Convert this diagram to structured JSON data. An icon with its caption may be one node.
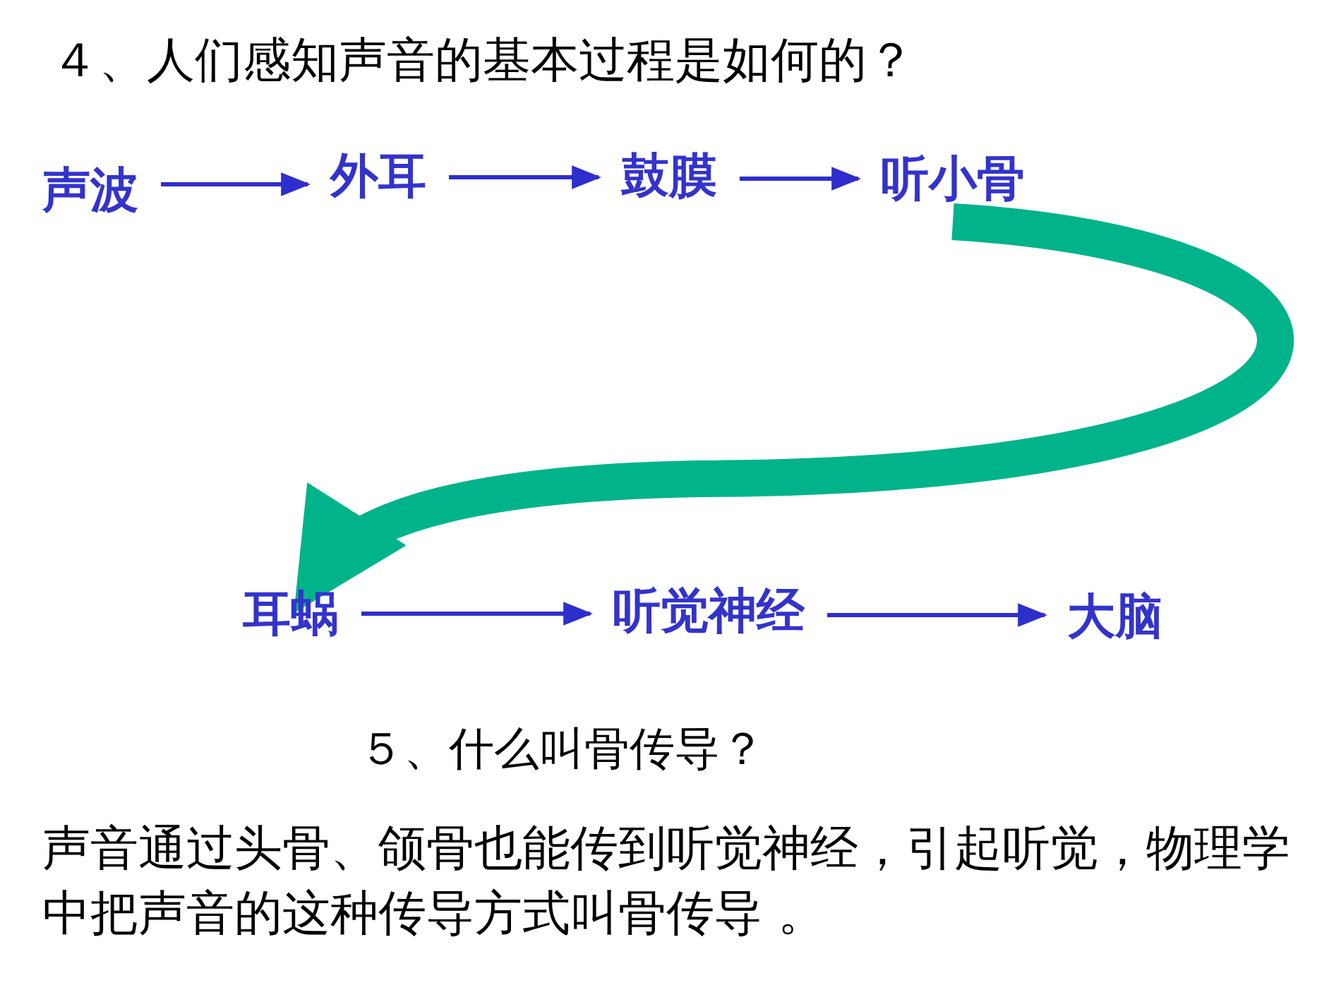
{
  "diagram": {
    "title": "４、人们感知声音的基本过程是如何的？",
    "nodes": [
      {
        "text": [
          "声波"
        ]
      },
      {
        "text": [
          "外耳"
        ]
      },
      {
        "text": [
          "鼓膜"
        ]
      },
      {
        "text": [
          "听小骨"
        ]
      },
      {
        "text": [
          "耳蜗"
        ]
      },
      {
        "text": [
          "听觉神经"
        ]
      },
      {
        "text": [
          "大脑"
        ]
      }
    ],
    "edges": [
      {
        "from": 0,
        "to": 1,
        "arrow": "to"
      },
      {
        "from": 1,
        "to": 2,
        "arrow": "to"
      },
      {
        "from": 2,
        "to": 3,
        "arrow": "to"
      },
      {
        "from": 3,
        "to": 4,
        "arrow": "to",
        "style": "thick",
        "color": "#00b38a"
      },
      {
        "from": 4,
        "to": 5,
        "arrow": "to"
      },
      {
        "from": 5,
        "to": 6,
        "arrow": "to"
      }
    ],
    "labels": [
      "５、什么叫骨传导？",
      "声音通过头骨、颌骨也能传到听觉神经，引起听觉，物理学中把声音的这种传导方式叫骨传导 。"
    ]
  }
}
